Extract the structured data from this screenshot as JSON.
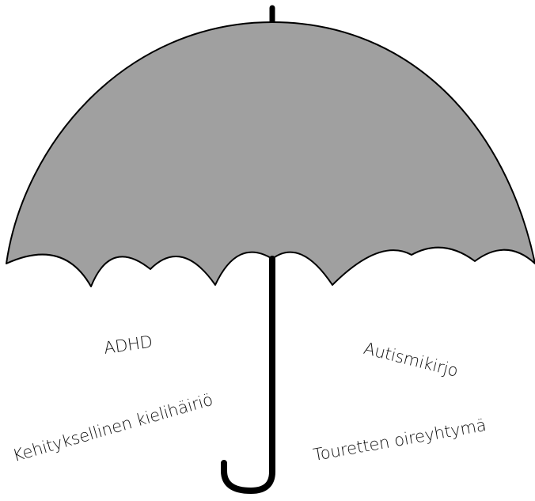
{
  "colors": {
    "canopy_fill": "#a0a0a0",
    "stroke": "#000000",
    "background": "#ffffff"
  },
  "labels": {
    "adhd": "ADHD",
    "autism": "Autismikirjo",
    "dld": "Kehityksellinen kielihäiriö",
    "tourette": "Touretten oireyhtymä"
  }
}
